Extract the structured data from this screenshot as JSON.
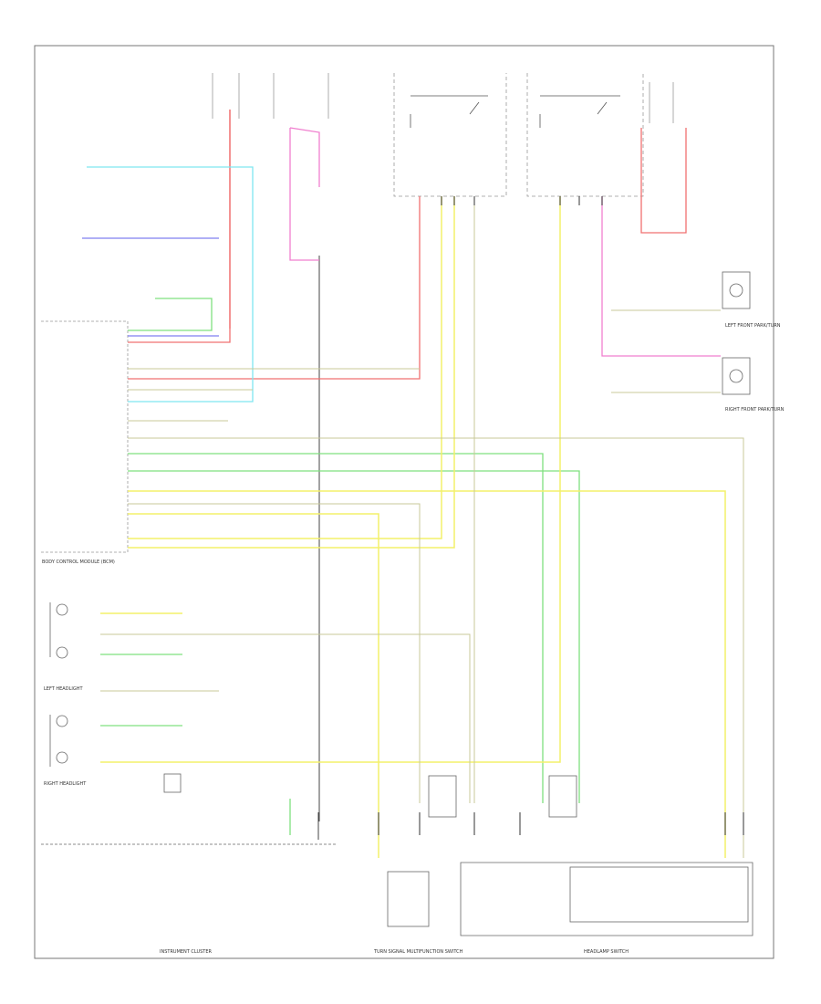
{
  "colors": {
    "frame": "#777777",
    "ground": "#333333",
    "yellow": "#f4f06a",
    "green": "#7fe07f",
    "blue": "#7f7ff0",
    "cyan": "#7fe6f0",
    "red": "#f07070",
    "pink": "#f07fcf",
    "olive": "#c8c89a",
    "purple": "#c08fd0"
  },
  "text": {
    "instrument_cluster": "INSTRUMENT CLUSTER",
    "headlamp_switch": "HEADLAMP SWITCH",
    "turn_signal_switch": "TURN SIGNAL MULTIFUNCTION SWITCH",
    "left_headlight": "LEFT HEADLIGHT",
    "right_headlight": "RIGHT HEADLIGHT",
    "body_control_module": "BODY CONTROL MODULE (BCM)",
    "left_front_park": "LEFT FRONT PARK/TURN",
    "right_front_park": "RIGHT FRONT PARK/TURN"
  }
}
